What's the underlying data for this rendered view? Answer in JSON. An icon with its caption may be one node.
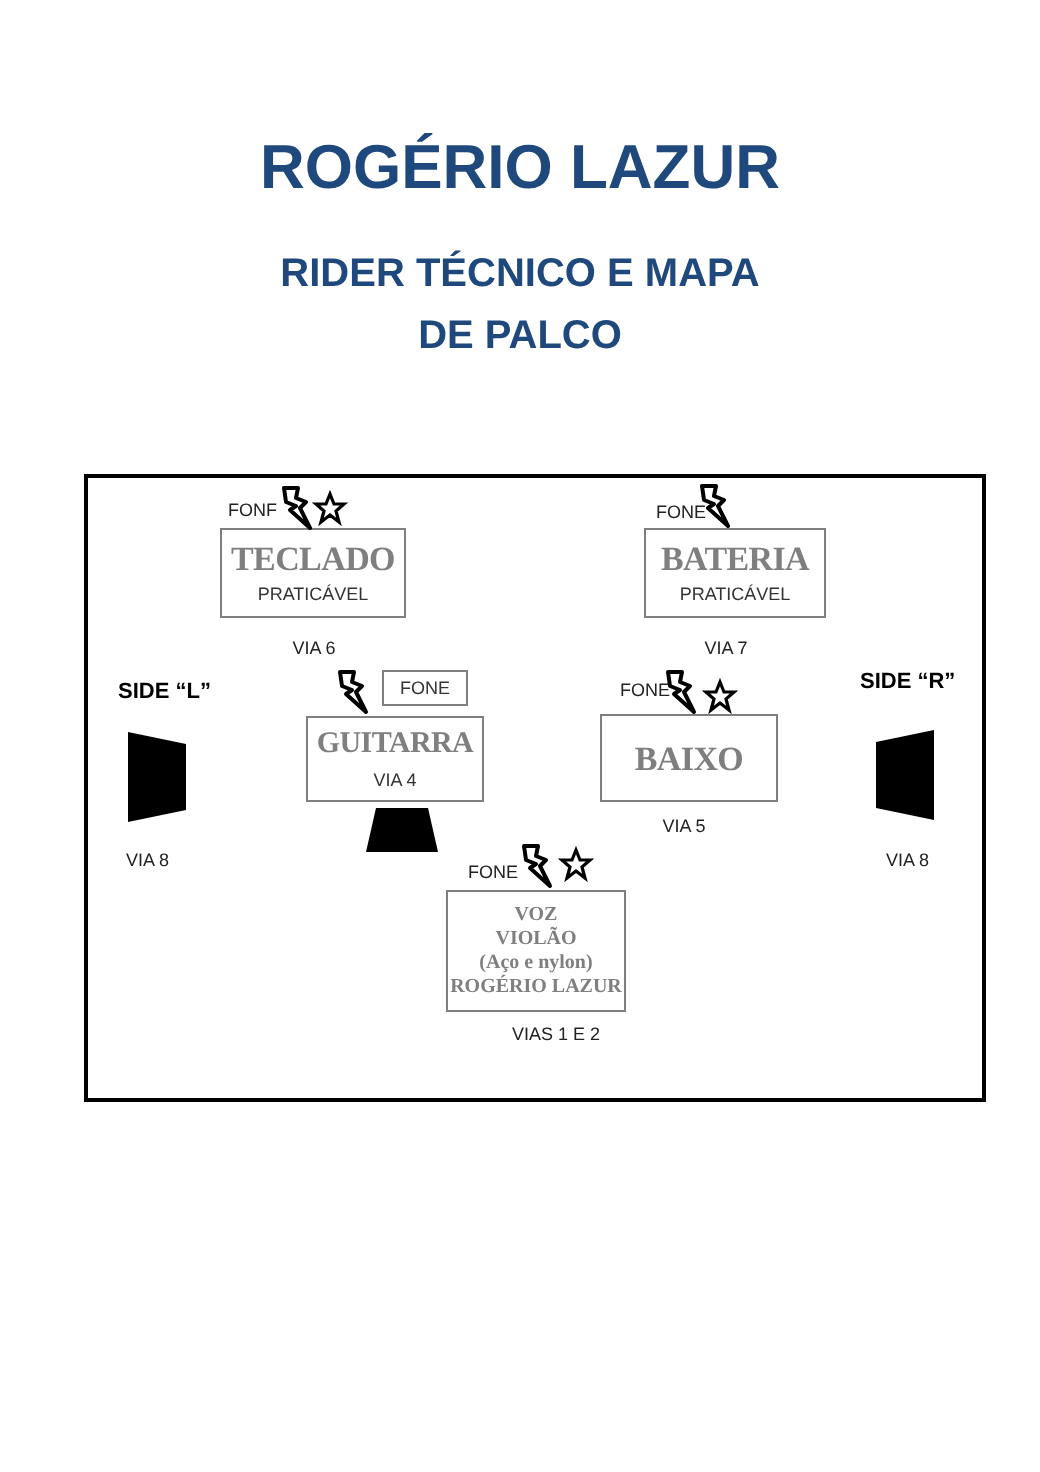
{
  "diagram": {
    "title": "ROGÉRIO LAZUR",
    "caption": "RIDER TÉCNICO E MAPA DE PALCO",
    "nodes": [
      {
        "text": [],
        "shape": "box"
      },
      {
        "text": [
          "TECLADO",
          "PRATICÁVEL"
        ],
        "in": 0,
        "beside": [
          "FONF",
          "VIA 6"
        ]
      },
      {
        "text": [
          "BATERIA",
          "PRATICÁVEL"
        ],
        "in": 0,
        "beside": [
          "FONE",
          "VIA 7"
        ]
      },
      {
        "text": [
          "FONE"
        ],
        "in": 0
      },
      {
        "text": [
          "GUITARRA",
          "VIA 4"
        ],
        "in": 0
      },
      {
        "text": [
          "BAIXO"
        ],
        "in": 0,
        "beside": [
          "FONE",
          "VIA 5"
        ]
      },
      {
        "text": [
          "VOZ",
          "VIOLÃO",
          "(Aço e nylon)",
          "ROGÉRIO LAZUR"
        ],
        "in": 0,
        "beside": [
          "FONE",
          "VIAS 1 E 2"
        ]
      }
    ],
    "edges": [],
    "labels": [
      "SIDE “L”",
      "SIDE “R”",
      "VIA 8",
      "VIA 8"
    ]
  }
}
